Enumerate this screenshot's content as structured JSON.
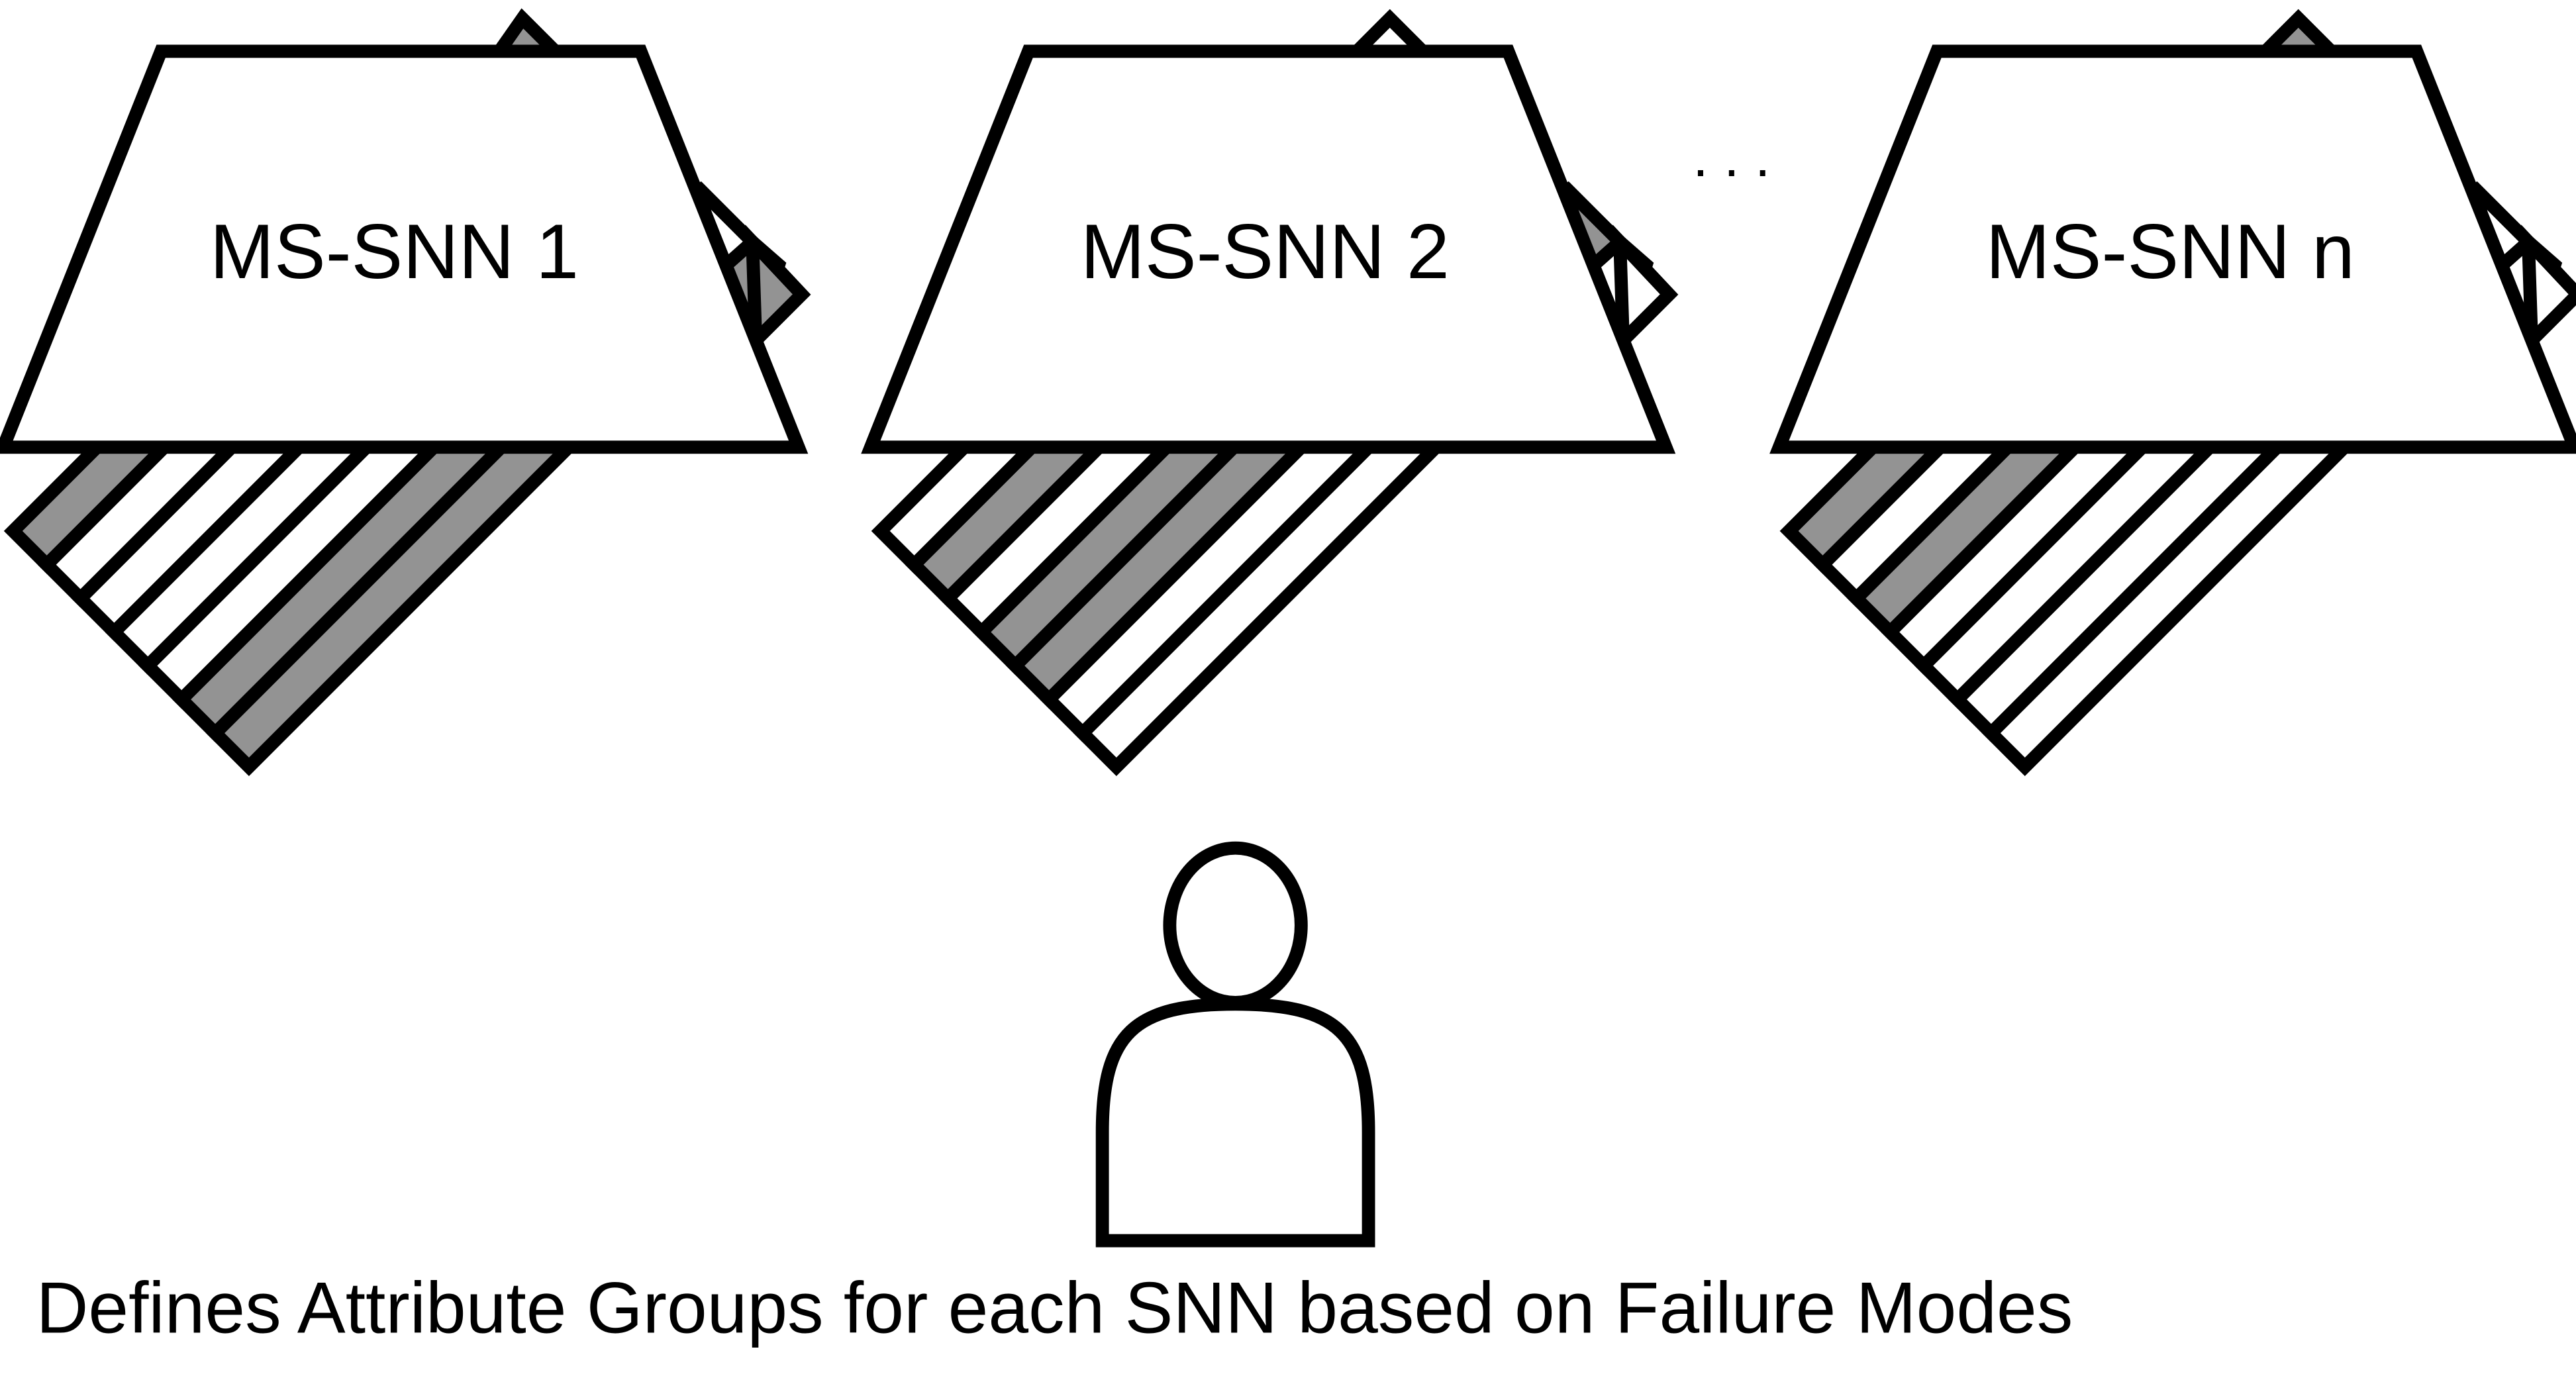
{
  "networks": [
    {
      "label": "MS-SNN 1",
      "top_triangle": "gray",
      "right_triangles": [
        "white",
        "gray",
        "gray"
      ],
      "bottom_stripes": [
        "gray",
        "white",
        "white",
        "white",
        "white",
        "gray",
        "gray"
      ]
    },
    {
      "label": "MS-SNN 2",
      "top_triangle": "white",
      "right_triangles": [
        "gray",
        "white",
        "white"
      ],
      "bottom_stripes": [
        "white",
        "gray",
        "white",
        "gray",
        "gray",
        "white",
        "white"
      ]
    },
    {
      "label": "MS-SNN n",
      "top_triangle": "gray",
      "right_triangles": [
        "white",
        "white",
        "white"
      ],
      "bottom_stripes": [
        "gray",
        "white",
        "gray",
        "white",
        "white",
        "white",
        "white"
      ]
    }
  ],
  "ellipsis": ". . .",
  "caption": "Defines Attribute Groups for each SNN based on Failure Modes",
  "colors": {
    "gray": "#939393",
    "white": "#ffffff",
    "line": "#000000"
  }
}
